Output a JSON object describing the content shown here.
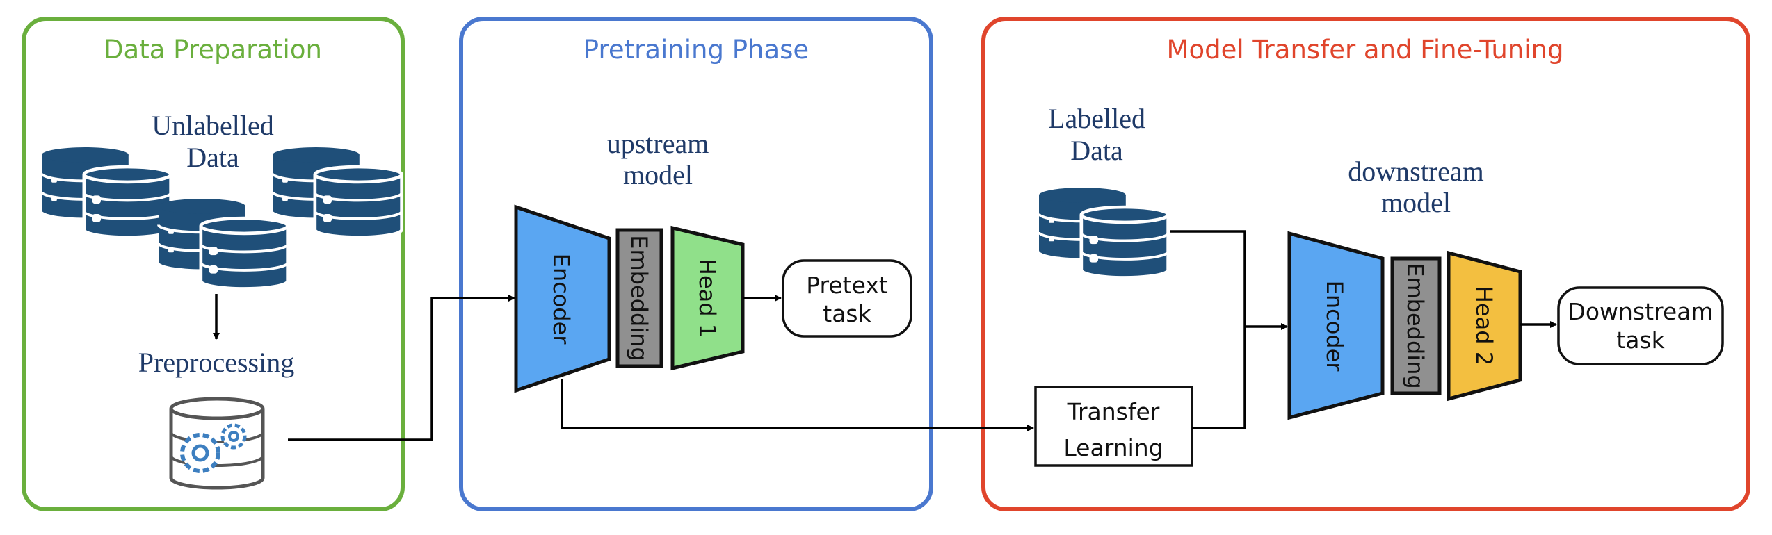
{
  "colors": {
    "data_preparation": "#6aaf3d",
    "pretraining": "#4a78cf",
    "transfer": "#e0452c",
    "database": "#1f4f79",
    "encoder": "#5aa6f2",
    "embedding": "#909090",
    "head1": "#90e08a",
    "head2": "#f3bf40"
  },
  "panels": {
    "data_preparation": {
      "title": "Data Preparation"
    },
    "pretraining": {
      "title": "Pretraining Phase"
    },
    "transfer": {
      "title": "Model Transfer and Fine-Tuning"
    }
  },
  "data_prep": {
    "unlabelled_line1": "Unlabelled",
    "unlabelled_line2": "Data",
    "preprocessing": "Preprocessing",
    "icons": [
      "database-icon",
      "preprocessing-gears-icon"
    ]
  },
  "pretraining": {
    "model_line1": "upstream",
    "model_line2": "model",
    "encoder": "Encoder",
    "embedding": "Embedding",
    "head": "Head 1",
    "task_line1": "Pretext",
    "task_line2": "task"
  },
  "transfer": {
    "labelled_line1": "Labelled",
    "labelled_line2": "Data",
    "model_line1": "downstream",
    "model_line2": "model",
    "transfer_line1": "Transfer",
    "transfer_line2": "Learning",
    "encoder": "Encoder",
    "embedding": "Embedding",
    "head": "Head 2",
    "task_line1": "Downstream",
    "task_line2": "task"
  }
}
